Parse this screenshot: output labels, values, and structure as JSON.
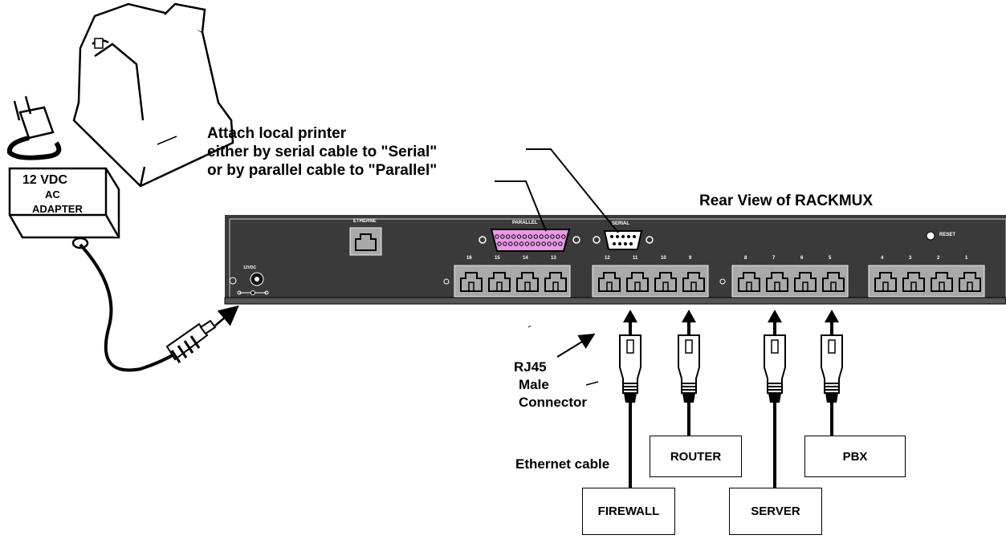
{
  "printer_note": {
    "line1": "Attach local printer",
    "line2": "either by serial cable to \"Serial\"",
    "line3": "or by parallel cable to \"Parallel\""
  },
  "title": "Rear View of RACKMUX",
  "adapter": {
    "line1": "12 VDC",
    "line2": "AC",
    "line3": "ADAPTER"
  },
  "panel": {
    "ethernet_label": "ETHERNE",
    "parallel_label": "PARALLEL",
    "serial_label": "SERIAL",
    "reset_label": "RESET",
    "power_label": "12VDC",
    "port_groups": [
      [
        "16",
        "15",
        "14",
        "13"
      ],
      [
        "12",
        "11",
        "10",
        "9"
      ],
      [
        "8",
        "7",
        "6",
        "5"
      ],
      [
        "4",
        "3",
        "2",
        "1"
      ]
    ]
  },
  "connector_label": {
    "line1": "RJ45",
    "line2": "Male",
    "line3": "Connector"
  },
  "cable_label": "Ethernet cable",
  "devices": {
    "router": "ROUTER",
    "pbx": "PBX",
    "firewall": "FIREWALL",
    "server": "SERVER"
  },
  "colors": {
    "parallel_port": "#e89ae6",
    "panel": "#3a3a3a",
    "port_bg": "#a9a9a9"
  }
}
